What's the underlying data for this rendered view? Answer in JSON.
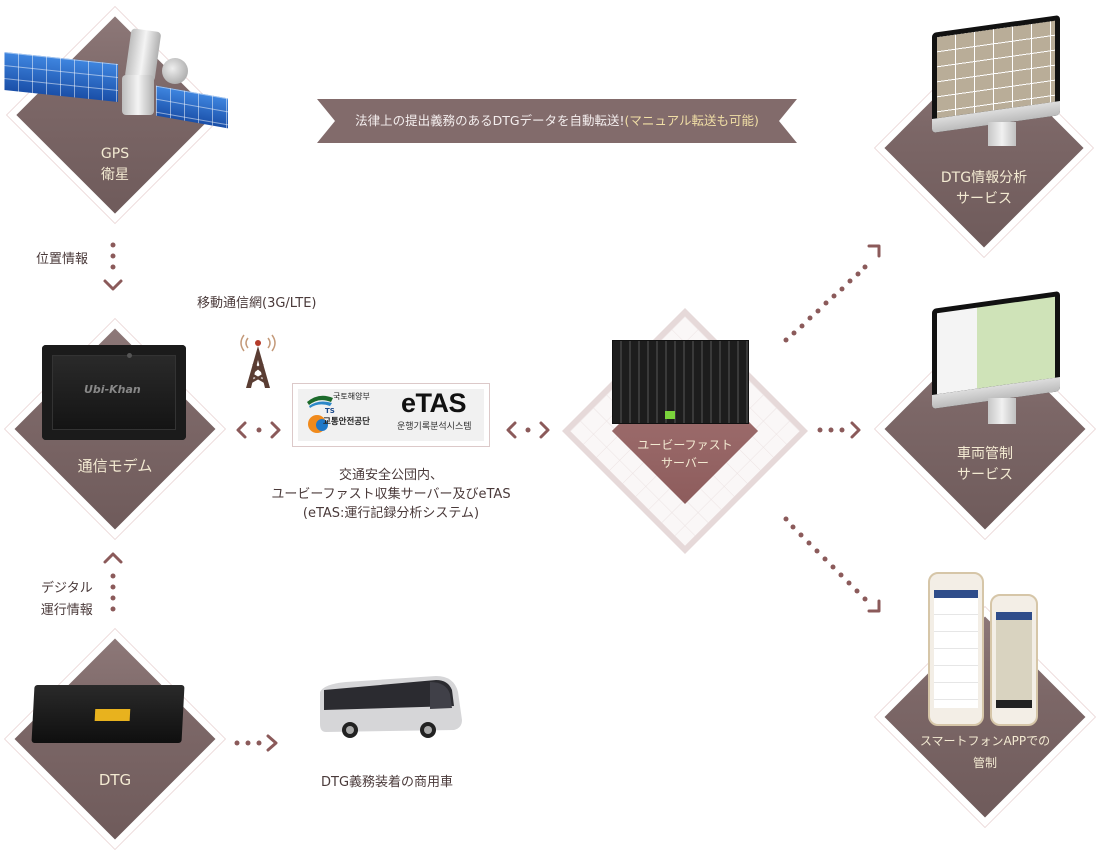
{
  "banner": {
    "text_main": "法律上の提出義務のあるDTGデータを自動転送!",
    "text_highlight": "(マニュアル転送も可能)"
  },
  "nodes": {
    "gps": {
      "line1": "GPS",
      "line2": "衛星",
      "icon": "satellite-icon"
    },
    "modem": {
      "label": "通信モデム",
      "brand": "Ubi-Khan",
      "icon": "modem-icon"
    },
    "dtg": {
      "label": "DTG",
      "icon": "dtg-device-icon"
    },
    "server": {
      "line1": "ユービーファスト",
      "line2": "サーバー",
      "icon": "server-rack-icon"
    },
    "dtg_analysis": {
      "line1": "DTG情報分析",
      "line2": "サービス",
      "icon": "monitor-icon"
    },
    "vehicle_control": {
      "line1": "車両管制",
      "line2": "サービス",
      "icon": "monitor-map-icon"
    },
    "smartphone": {
      "line1": "スマートフォンAPPでの",
      "line2": "管制",
      "icon": "smartphone-icon"
    }
  },
  "labels": {
    "location_info": "位置情報",
    "digital_info_line1": "デジタル",
    "digital_info_line2": "運行情報",
    "mobile_network": "移動通信網(3G/LTE)",
    "bus_caption": "DTG義務装着の商用車",
    "etas_caption_line1": "交通安全公団内、",
    "etas_caption_line2": "ユービーファスト収集サーバー及びeTAS",
    "etas_caption_line3": "(eTAS:運行記録分析システム)"
  },
  "etas_logo": {
    "title": "eTAS",
    "subtitle": "운행기록분석시스템",
    "ministry": "국토해양부",
    "ts_mark": "TS",
    "agency": "교통안전공단"
  },
  "colors": {
    "diamond": "#7c6767",
    "server_diamond": "#9a6a6a",
    "banner": "#826b6b",
    "arrow": "#8b5a5a",
    "label_text": "#f3ead2",
    "highlight": "#f1dfa6"
  }
}
